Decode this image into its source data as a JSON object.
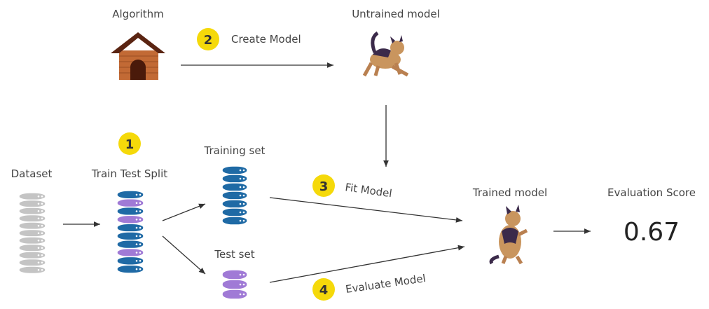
{
  "labels": {
    "algorithm": "Algorithm",
    "untrained_model": "Untrained model",
    "dataset": "Dataset",
    "train_test_split": "Train Test Split",
    "training_set": "Training set",
    "test_set": "Test set",
    "trained_model": "Trained model",
    "evaluation_score": "Evaluation Score"
  },
  "steps": [
    {
      "number": "1",
      "label": ""
    },
    {
      "number": "2",
      "label": "Create Model"
    },
    {
      "number": "3",
      "label": "Fit Model"
    },
    {
      "number": "4",
      "label": "Evaluate Model"
    }
  ],
  "score": "0.67",
  "colors": {
    "badge": "#f5d90a",
    "train_blue": "#1f6aa5",
    "test_purple": "#a07ad6",
    "dataset_gray": "#c4c4c4",
    "arrow": "#333333"
  },
  "split_pattern": [
    "train",
    "test",
    "train",
    "test",
    "train",
    "train",
    "train",
    "test",
    "train",
    "train"
  ]
}
